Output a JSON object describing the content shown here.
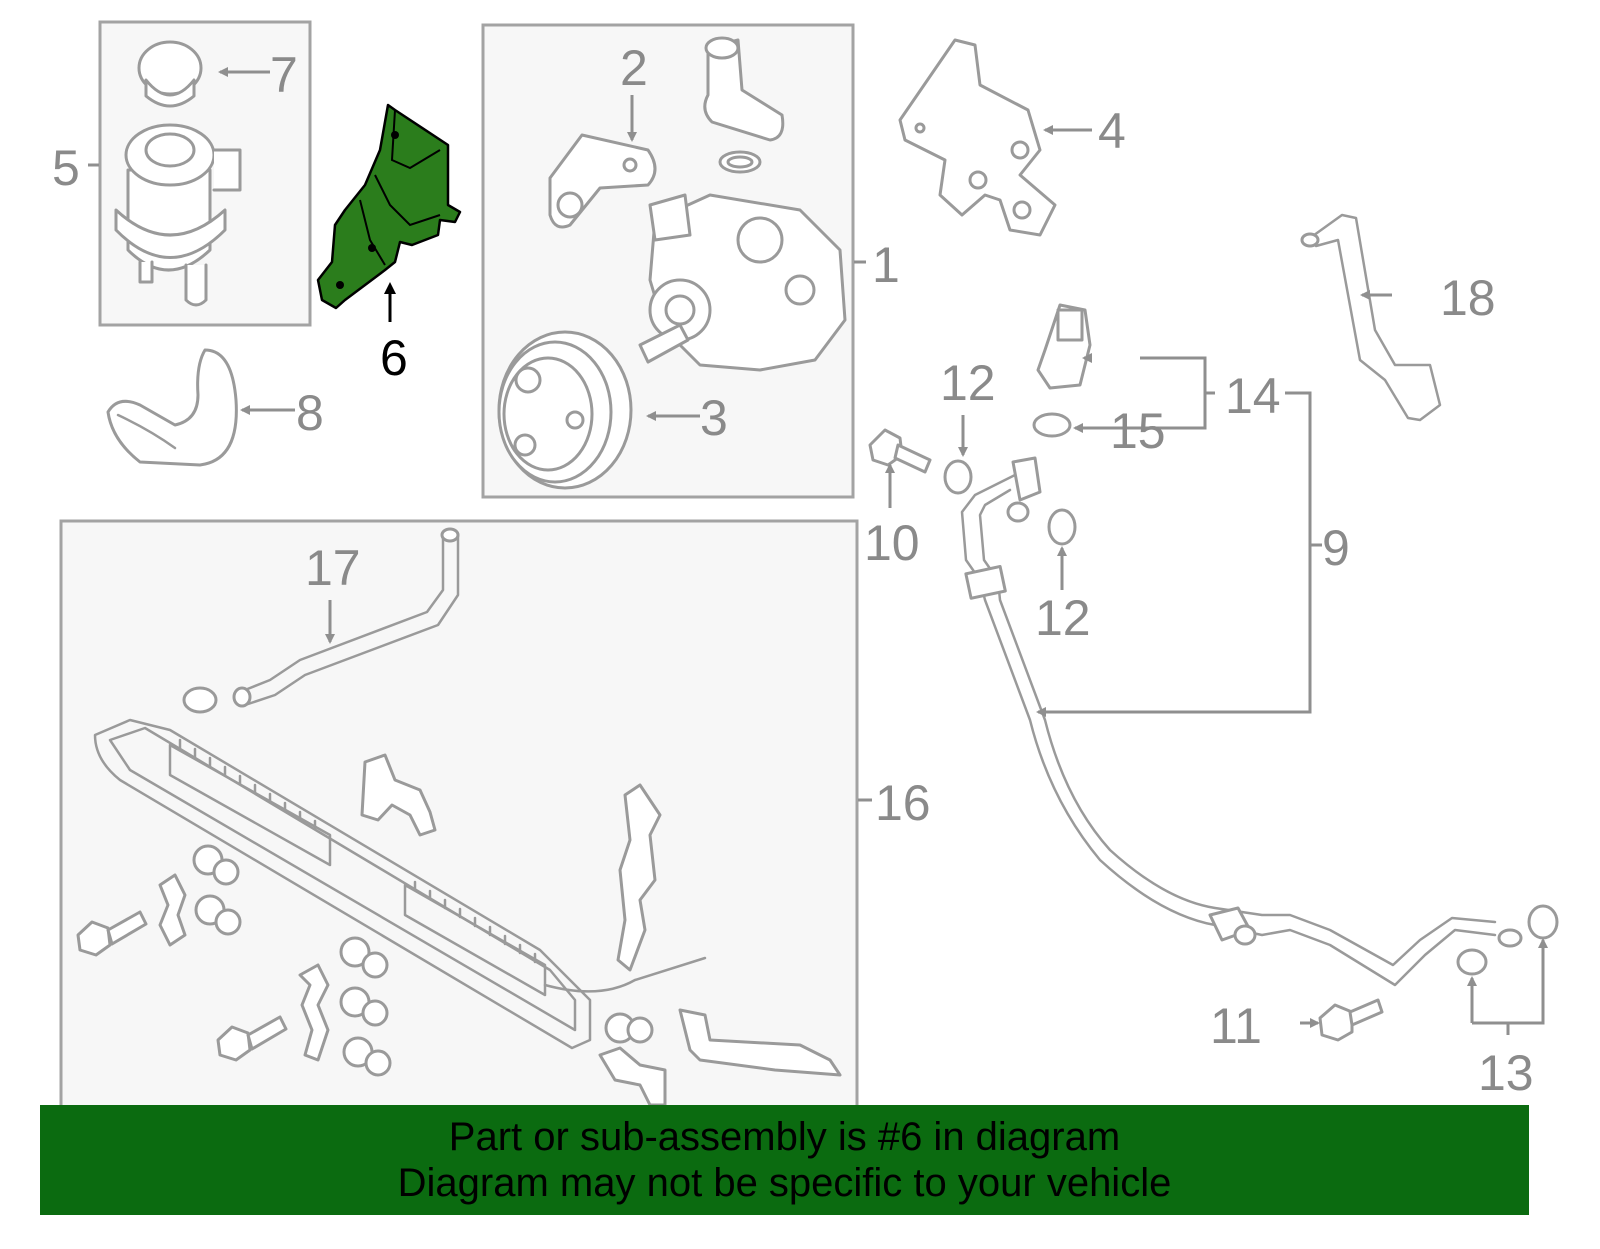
{
  "callouts": {
    "c1": "1",
    "c2": "2",
    "c3": "3",
    "c4": "4",
    "c5": "5",
    "c6": "6",
    "c7": "7",
    "c8": "8",
    "c9": "9",
    "c10": "10",
    "c11": "11",
    "c12a": "12",
    "c12b": "12",
    "c13": "13",
    "c14": "14",
    "c15": "15",
    "c16": "16",
    "c17": "17",
    "c18": "18"
  },
  "highlight": {
    "part_number": "6",
    "color": "#2b7d1c"
  },
  "banner": {
    "color": "#0b6b10",
    "line1": "Part or sub-assembly is #6 in diagram",
    "line2": "Diagram may not be specific to your vehicle"
  }
}
